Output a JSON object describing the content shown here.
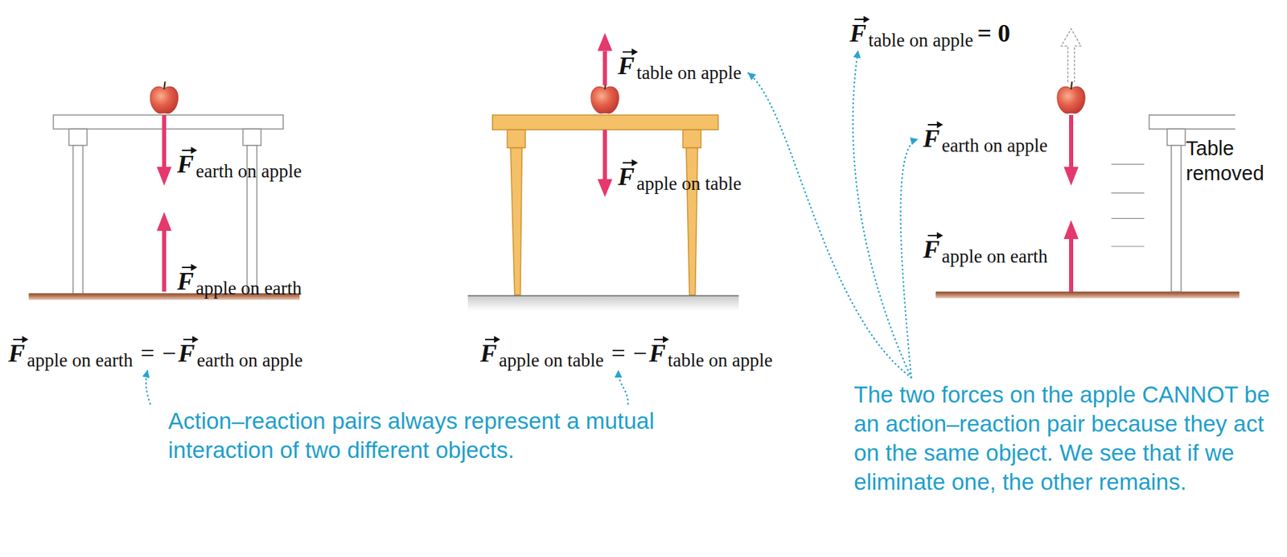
{
  "diagram": {
    "labels": [
      "F",
      "earth on apple",
      "F",
      "apple on earth",
      "F",
      "apple on earth",
      "=",
      "−",
      "F",
      "earth on apple",
      "F",
      "table on apple",
      "F",
      "apple on table",
      "F",
      "apple on table",
      "=",
      "−",
      "F",
      "table on apple",
      "F",
      "table on apple",
      "= 0",
      "F",
      "earth on apple",
      "F",
      "apple on earth",
      "Table removed",
      "Action–reaction pairs always represent a mutual interaction of two different objects.",
      "The two forces on the apple CANNOT be an action–reaction pair because they act on the same object. We see that if we eliminate one, the other remains."
    ]
  }
}
